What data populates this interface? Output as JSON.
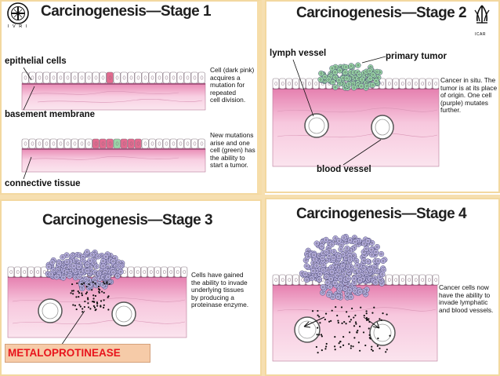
{
  "colors": {
    "tissue_pink": "#f2b8d4",
    "tissue_light": "#fbe1ec",
    "cell_white": "#ffffff",
    "cell_outline": "#8a7a86",
    "mutated_pink": "#e36a8f",
    "tumor_green": "#9ad7a8",
    "tumor_purple": "#b8b0e0",
    "accent_red": "#e8141c",
    "frame": "#f3d8a0"
  },
  "logos": {
    "left_caption": "I V R I",
    "right_caption": "ICAR"
  },
  "stage1": {
    "title": "Carcinogenesis—Stage 1",
    "labels": {
      "epithelial": "epithelial cells",
      "basement": "basement membrane",
      "connective": "connective tissue"
    },
    "note_top": [
      "Cell (dark pink)",
      "acquires a",
      "mutation for",
      "repeated",
      "cell division."
    ],
    "note_bottom": [
      "New mutations",
      "arise and one",
      "cell (green) has",
      "the ability to",
      "start a tumor."
    ]
  },
  "stage2": {
    "title": "Carcinogenesis—Stage 2",
    "labels": {
      "lymph": "lymph vessel",
      "primary": "primary tumor",
      "blood": "blood vessel"
    },
    "note": [
      "Cancer in situ. The",
      "tumor is at its place",
      "of origin. One cell",
      "(purple) mutates",
      "further."
    ]
  },
  "stage3": {
    "title": "Carcinogenesis—Stage 3",
    "note": [
      "Cells have gained",
      "the ability to invade",
      "underlying tissues",
      "by producing a",
      "proteinase enzyme."
    ],
    "callout": "METALOPROTINEASE"
  },
  "stage4": {
    "title": "Carcinogenesis—Stage 4",
    "note": [
      "Cancer cells now",
      "have the ability to",
      "invade lymphatic",
      "and blood vessels."
    ]
  }
}
